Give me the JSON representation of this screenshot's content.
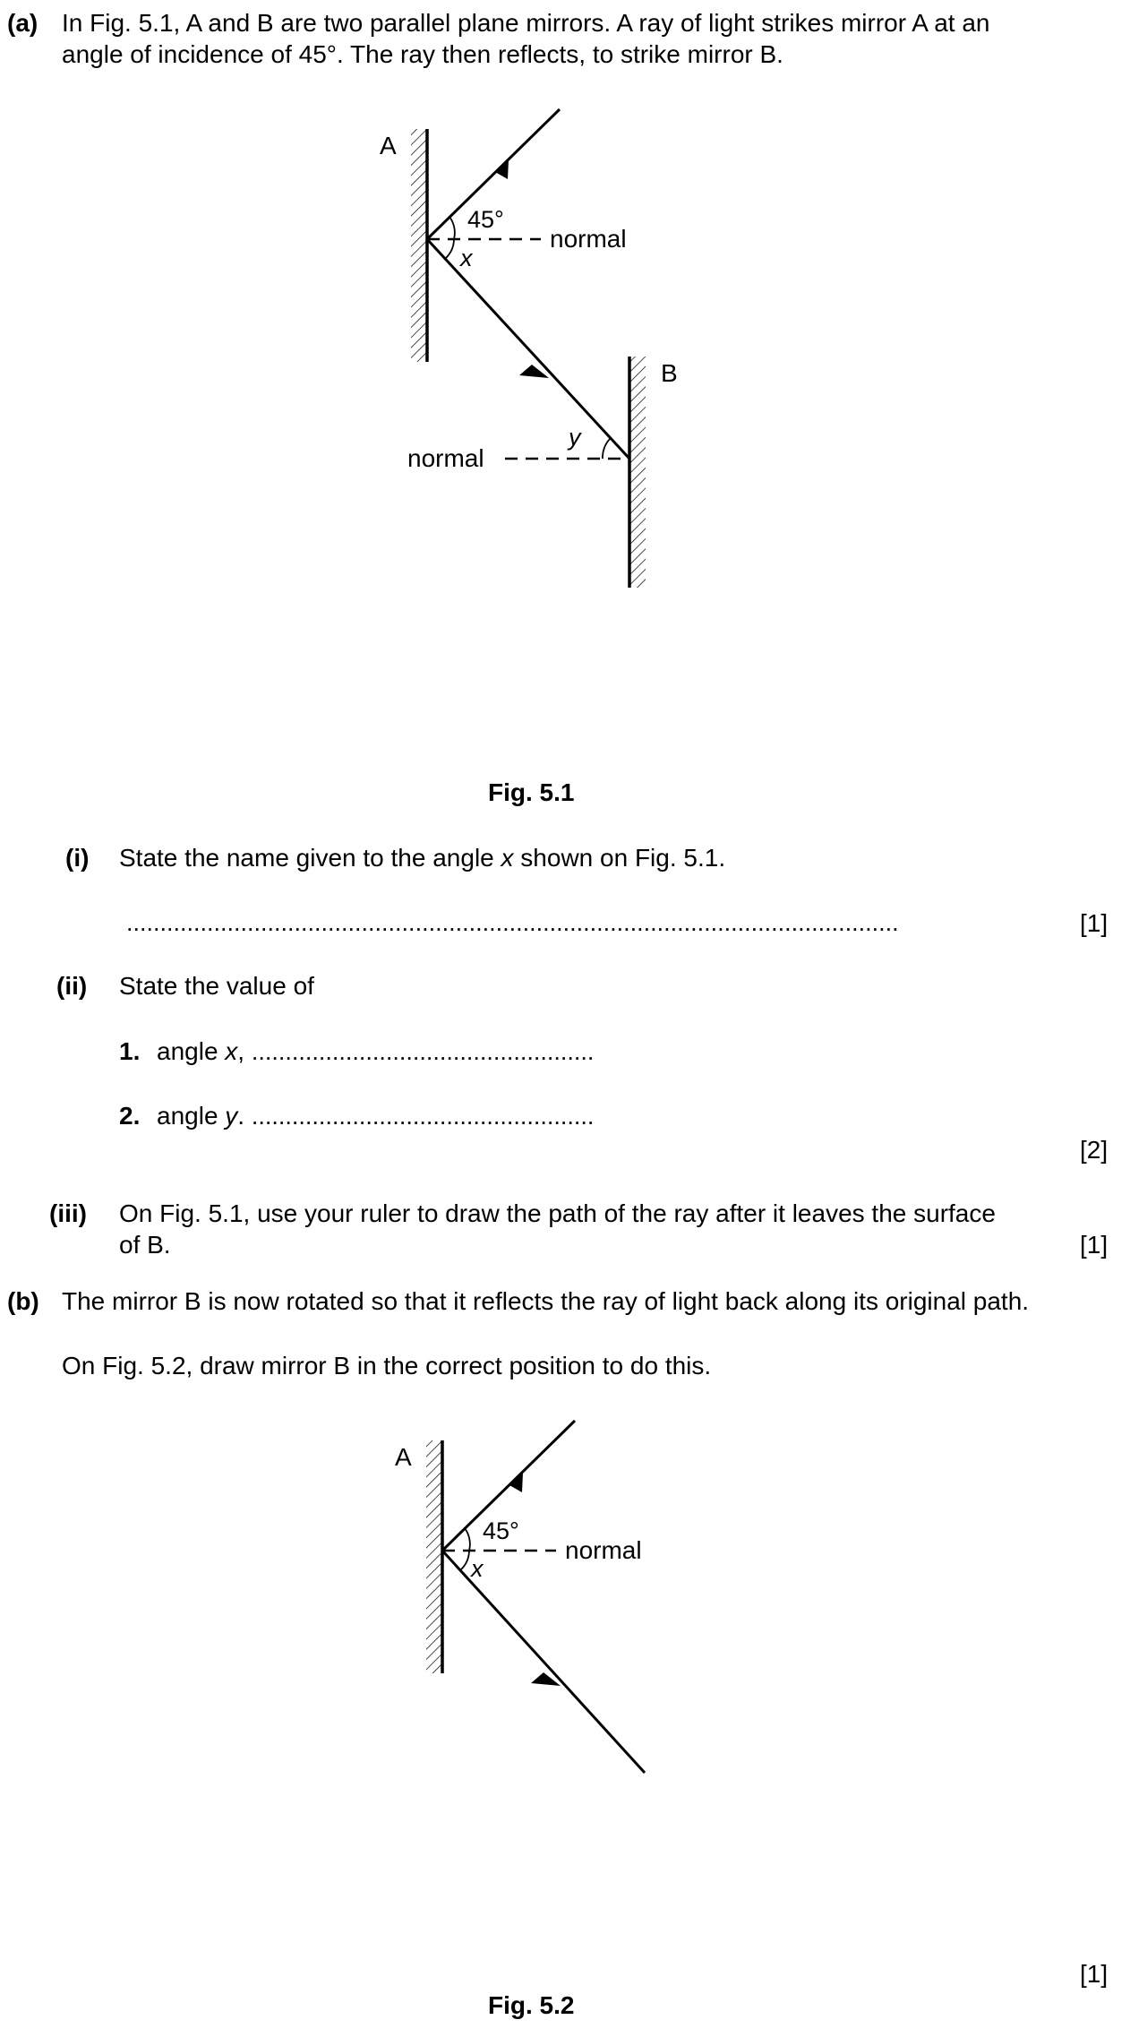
{
  "part_a": {
    "label": "(a)",
    "line1": "In Fig. 5.1, A and B are two parallel plane mirrors. A ray of light strikes mirror A at an",
    "line2": "angle of incidence of 45°. The ray then reflects, to strike mirror B."
  },
  "fig1": {
    "mirror_a": "A",
    "mirror_b": "B",
    "angle_45": "45°",
    "x": "x",
    "y": "y",
    "normal_1": "normal",
    "normal_2": "normal",
    "caption": "Fig. 5.1"
  },
  "q_i": {
    "label": "(i)",
    "text": "State the name given to the angle x shown on Fig. 5.1.",
    "text_before": "State the name given to the angle ",
    "var": "x",
    "text_after": " shown on Fig. 5.1.",
    "answer_line": "...................................................................................................................",
    "marks": "[1]"
  },
  "q_ii": {
    "label": "(ii)",
    "text": "State the value of",
    "item1_num": "1.",
    "item1_text": "angle ",
    "item1_var": "x",
    "item1_punct": ",",
    "item1_line": "...................................................",
    "item2_num": "2.",
    "item2_text": "angle ",
    "item2_var": "y",
    "item2_punct": ".",
    "item2_line": "...................................................",
    "marks": "[2]"
  },
  "q_iii": {
    "label": "(iii)",
    "line1": "On Fig. 5.1, use your ruler to draw the path of the ray after it leaves the surface",
    "line2": "of B.",
    "marks": "[1]"
  },
  "part_b": {
    "label": "(b)",
    "line1": "The mirror B is now rotated so that it reflects the ray of light back along its original path.",
    "line2": "On Fig. 5.2, draw mirror B in the correct position to do this."
  },
  "fig2": {
    "mirror_a": "A",
    "angle_45": "45°",
    "x": "x",
    "normal": "normal",
    "marks": "[1]",
    "caption": "Fig. 5.2"
  }
}
